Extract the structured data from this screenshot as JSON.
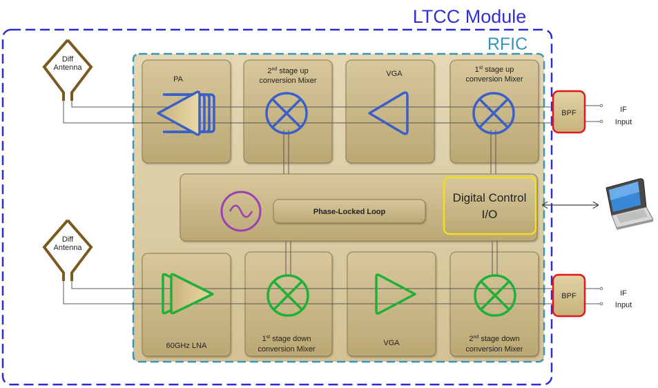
{
  "module_label": "LTCC Module",
  "rfic_label": "RFIC",
  "antennas": [
    {
      "line1": "Diff",
      "line2": "Antenna"
    },
    {
      "line1": "Diff",
      "line2": "Antenna"
    }
  ],
  "tx_blocks": [
    {
      "label": "PA"
    },
    {
      "sup_num": "2",
      "sup": "nd",
      "line1_rest": " stage up",
      "line2": "conversion Mixer"
    },
    {
      "label": "VGA"
    },
    {
      "sup_num": "1",
      "sup": "st",
      "line1_rest": " stage up",
      "line2": "conversion Mixer"
    }
  ],
  "rx_blocks": [
    {
      "label": "60GHz LNA"
    },
    {
      "sup_num": "1",
      "sup": "st",
      "line1_rest": " stage down",
      "line2": "conversion Mixer"
    },
    {
      "label": "VGA"
    },
    {
      "sup_num": "2",
      "sup": "nd",
      "line1_rest": " stage down",
      "line2": "conversion Mixer"
    }
  ],
  "pll_label": "Phase-Locked Loop",
  "digital_control": {
    "line1": "Digital Control",
    "line2": "I/O"
  },
  "bpf_tx": "BPF",
  "bpf_rx": "BPF",
  "if_tx": {
    "line1": "IF",
    "line2": "Input"
  },
  "if_rx": {
    "line1": "IF",
    "line2": "Input"
  },
  "colors": {
    "module_border": "#2a2ad8",
    "rfic_border": "#3a93b8",
    "tx_symbols": "#3a5fc8",
    "rx_symbols": "#1fb03a",
    "oscillator": "#9a3fb5",
    "digital_border": "#f0e020",
    "bpf_border": "#e01818",
    "antenna": "#7a5a1e",
    "block_fill": "#c8b585"
  },
  "icons": {
    "computer": "laptop-icon",
    "oscillator": "sine-oscillator-icon"
  }
}
